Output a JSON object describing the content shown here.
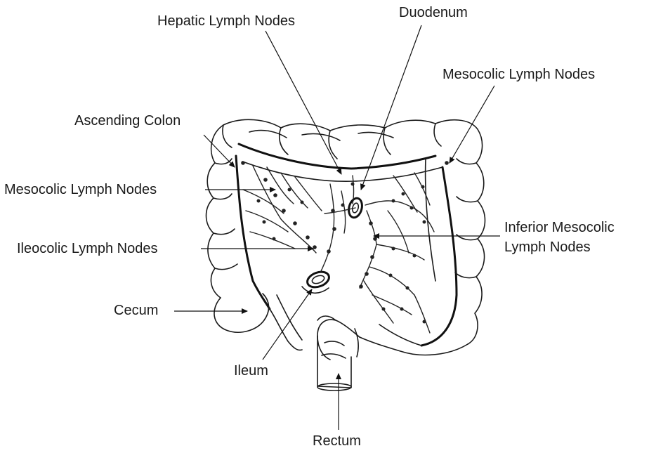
{
  "labels": {
    "hepatic": "Hepatic Lymph Nodes",
    "duodenum": "Duodenum",
    "mesocolic_right": "Mesocolic Lymph Nodes",
    "ascending": "Ascending Colon",
    "mesocolic_left": "Mesocolic Lymph Nodes",
    "inferior_line1": "Inferior Mesocolic",
    "inferior_line2": "Lymph Nodes",
    "ileocolic": "Ileocolic Lymph Nodes",
    "cecum": "Cecum",
    "ileum": "Ileum",
    "rectum": "Rectum"
  }
}
